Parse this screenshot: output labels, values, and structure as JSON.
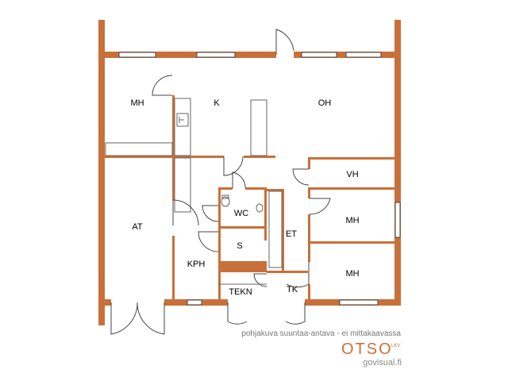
{
  "colors": {
    "wall": "#c8703a",
    "thin_line": "#444444",
    "fixture": "#666666",
    "window": "#ffffff"
  },
  "rooms": {
    "mh1": "MH",
    "k": "K",
    "oh": "OH",
    "vh": "VH",
    "wc": "WC",
    "mh2": "MH",
    "at": "AT",
    "et": "ET",
    "s": "S",
    "kph": "KPH",
    "mh3": "MH",
    "tekn": "TEKN",
    "tk": "TK"
  },
  "footer": {
    "caption": "pohjakuva suuntaa-antava - ei mittakaavassa",
    "logo_text": "OTSO",
    "logo_suffix": "LKV",
    "website": "govisual.fi"
  }
}
